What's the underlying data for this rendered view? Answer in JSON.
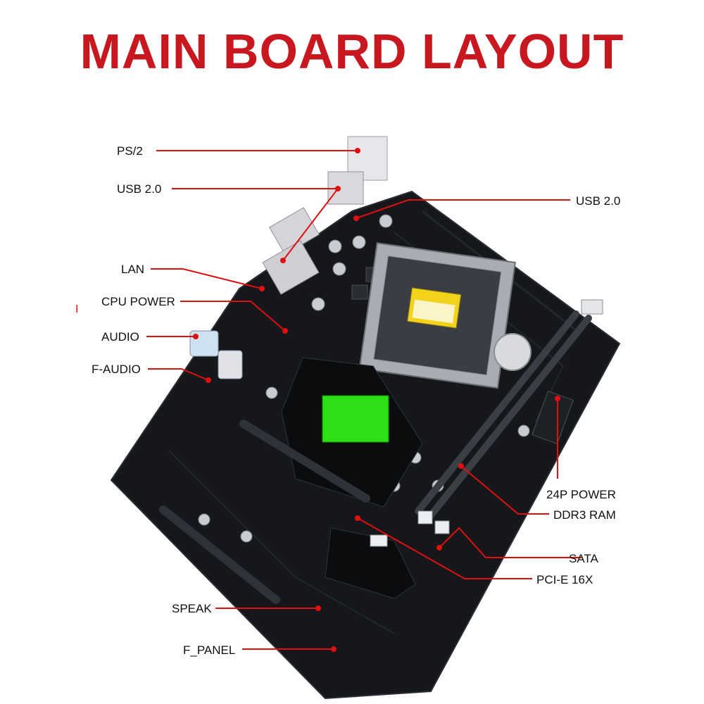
{
  "title": "MAIN BOARD LAYOUT",
  "colors": {
    "title": "#c8171e",
    "leader_line": "#e01010",
    "board": "#14161a",
    "heatsink": "#0a0b0d",
    "chip_label": "#2ee016"
  },
  "labels": {
    "ps2": "PS/2",
    "usb_left": "USB 2.0",
    "usb_right": "USB 2.0",
    "lan": "LAN",
    "cpu_power": "CPU POWER",
    "audio": "AUDIO",
    "f_audio": "F-AUDIO",
    "power_24p": "24P POWER",
    "ddr3_ram": "DDR3 RAM",
    "sata": "SATA",
    "pcie_16x": "PCI-E 16X",
    "speak": "SPEAK",
    "f_panel": "F_PANEL"
  },
  "marks": {
    "left_tick": "I"
  }
}
